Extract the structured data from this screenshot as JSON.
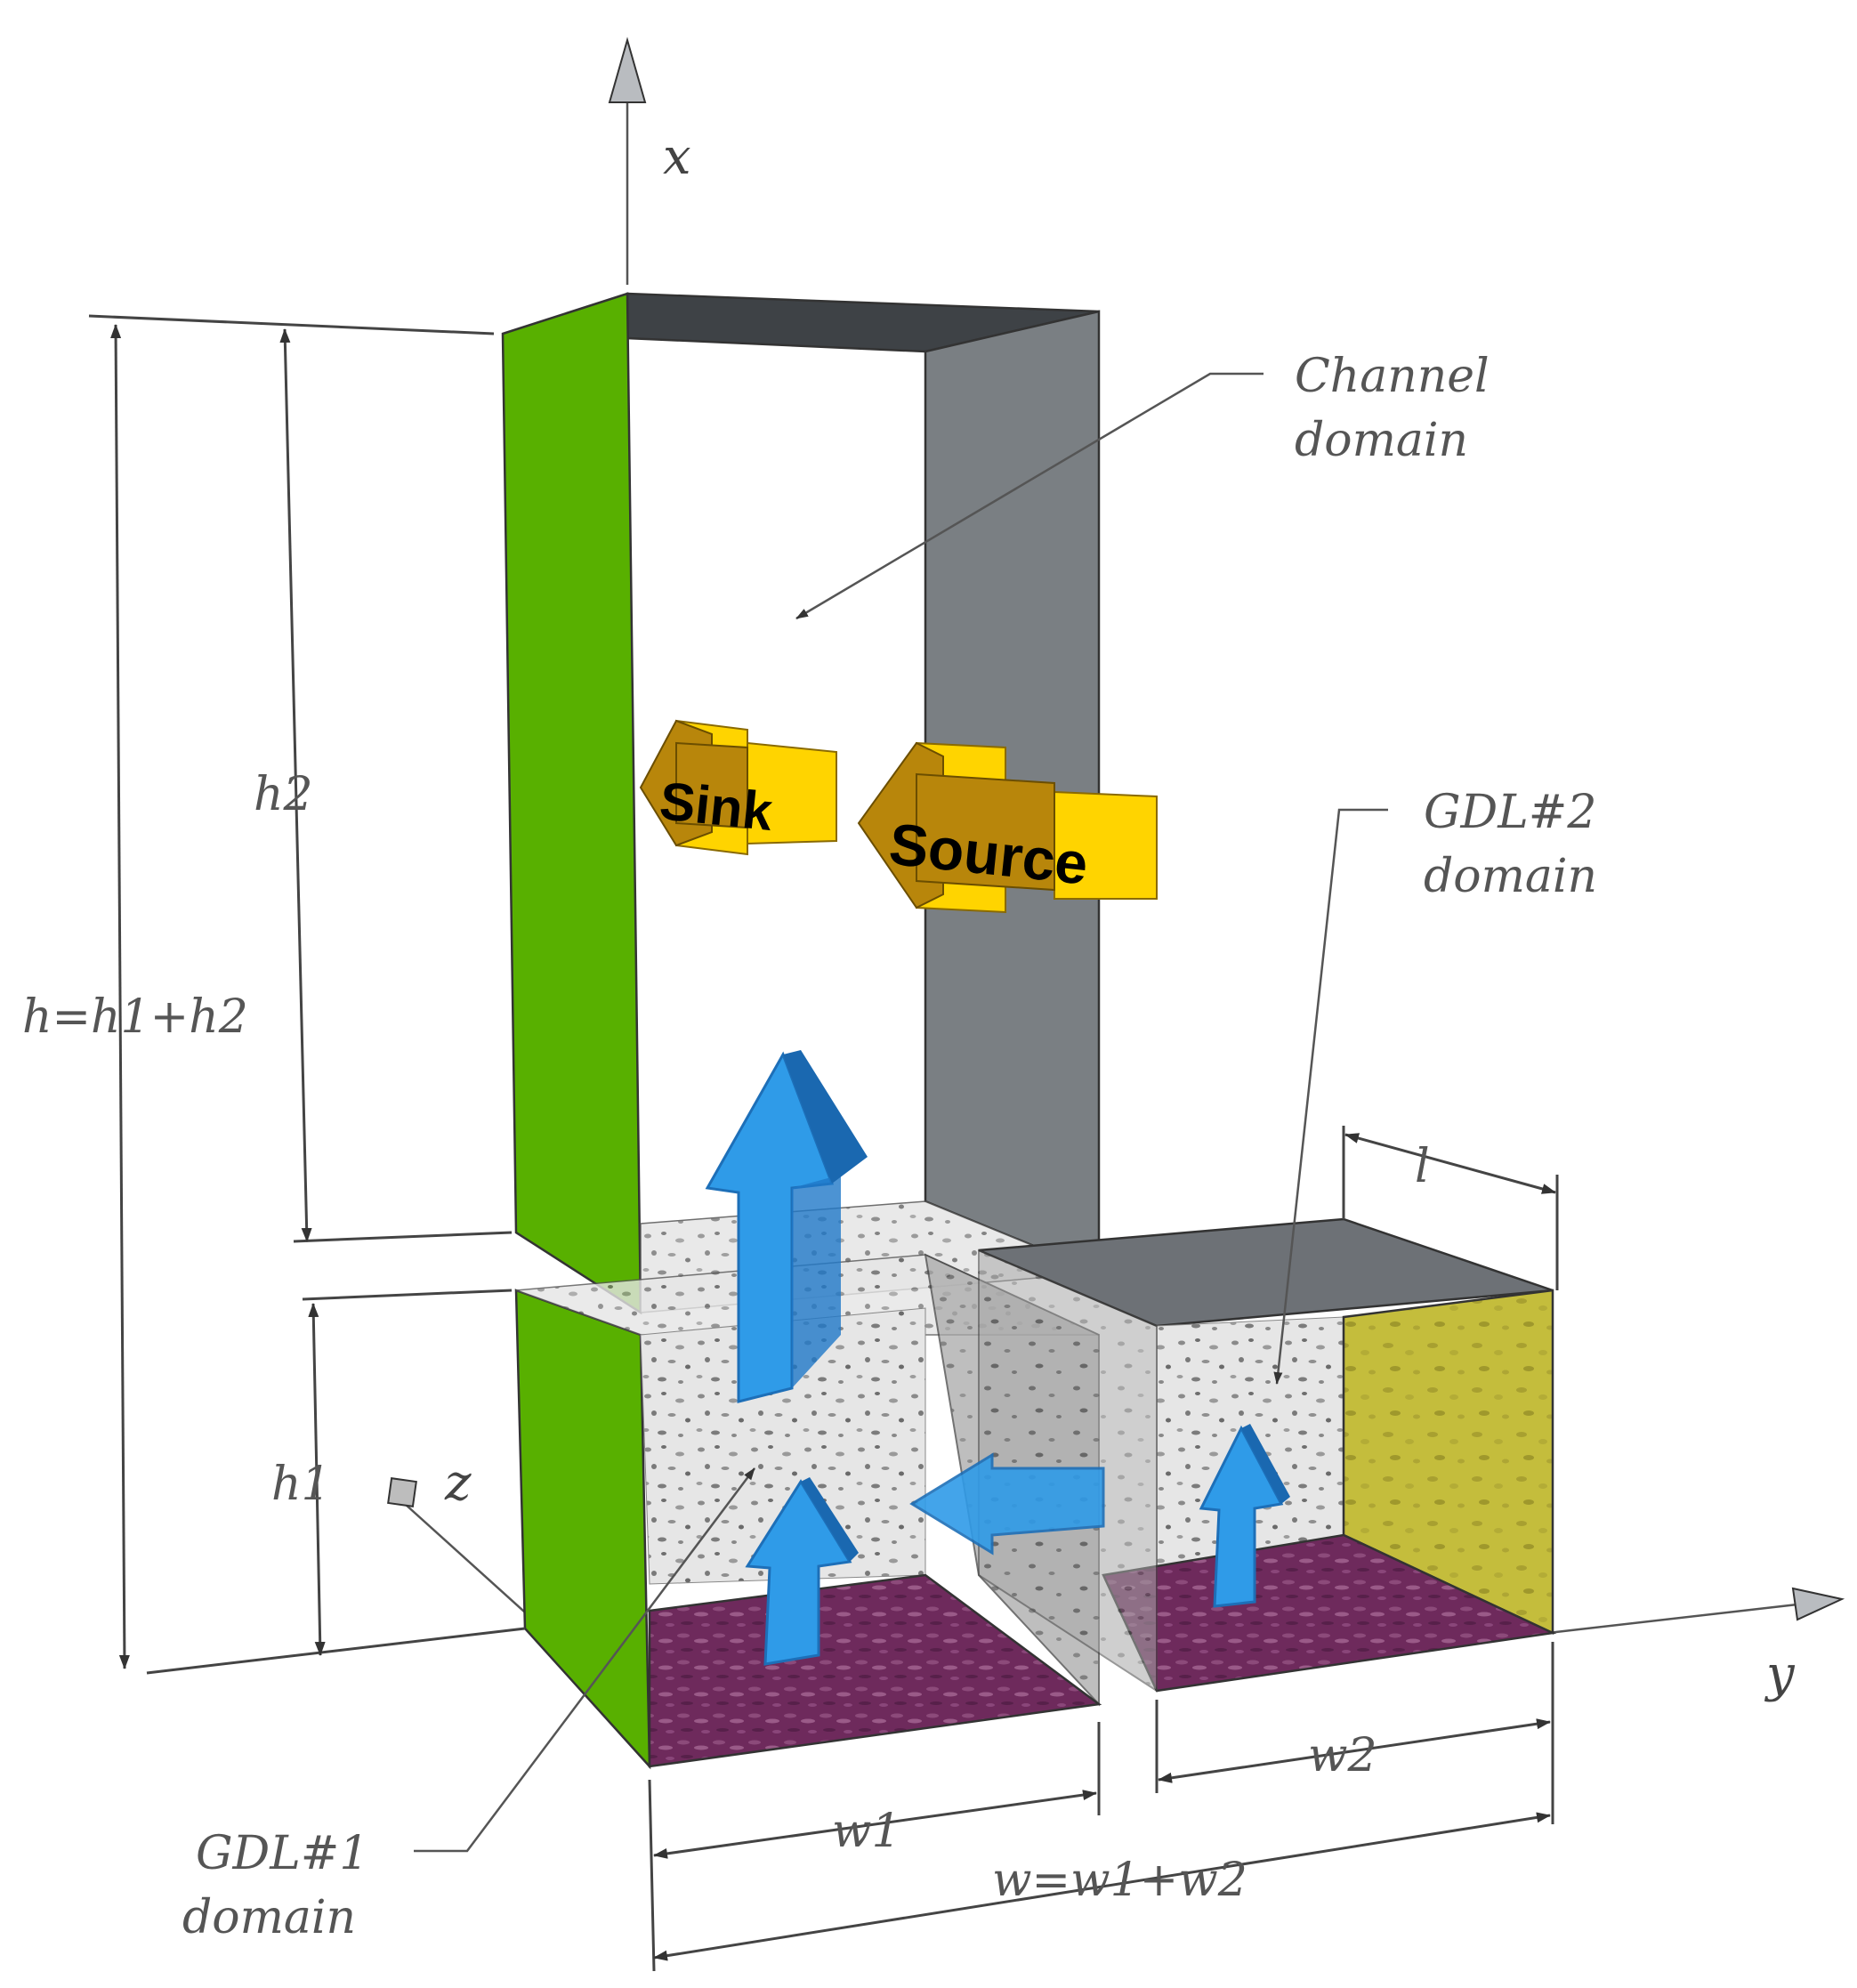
{
  "axes": {
    "x": "x",
    "y": "y",
    "z": "z"
  },
  "dimensions": {
    "h": "h=h1+h2",
    "h1": "h1",
    "h2": "h2",
    "w1": "w1",
    "w2": "w2",
    "w": "w=w1+w2",
    "l": "l"
  },
  "domains": {
    "channel": [
      "Channel",
      "domain"
    ],
    "gdl2": [
      "GDL#2",
      "domain"
    ],
    "gdl1": [
      "GDL#1",
      "domain"
    ]
  },
  "arrows": {
    "sink": "Sink",
    "source": "Source"
  },
  "colors": {
    "green_wall": "#58b000",
    "grey_wall": "#7a7f83",
    "dark_top": "#3e4246",
    "porous_base": "#c8c8c8",
    "membrane": "#6e2a5c",
    "olive_wall": "#c2bc3a",
    "flow_arrow": "#2f9be8",
    "term_arrow": "#ffd400",
    "term_arrow_head": "#b8860b"
  }
}
